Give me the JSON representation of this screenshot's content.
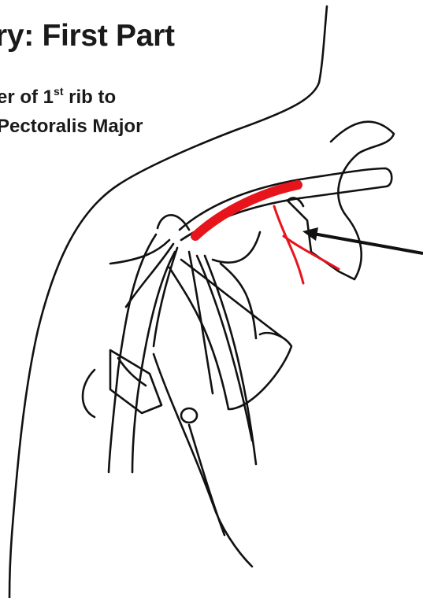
{
  "title": "ry: First Part",
  "subtitle_line1_pre": "er of 1",
  "subtitle_line1_sup": "st",
  "subtitle_line1_post": " rib to",
  "subtitle_line2": "Pectoralis Major",
  "colors": {
    "artery": "#e8141c",
    "ink": "#111111"
  },
  "icons": [
    "arrow-pointer-icon"
  ]
}
